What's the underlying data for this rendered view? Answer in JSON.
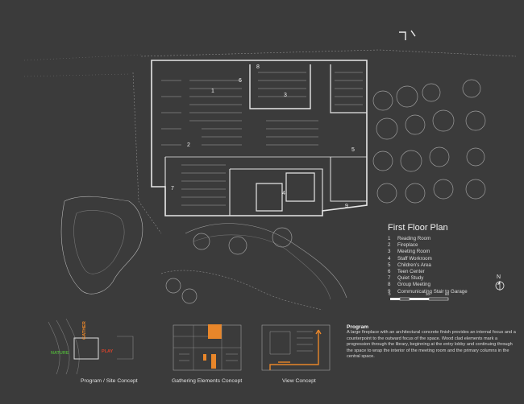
{
  "plan": {
    "title": "First Floor Plan",
    "legend": [
      {
        "num": "1",
        "label": "Reading Room"
      },
      {
        "num": "2",
        "label": "Fireplace"
      },
      {
        "num": "3",
        "label": "Meeting Room"
      },
      {
        "num": "4",
        "label": "Staff Workroom"
      },
      {
        "num": "5",
        "label": "Children’s Area"
      },
      {
        "num": "6",
        "label": "Teen Center"
      },
      {
        "num": "7",
        "label": "Quiet Study"
      },
      {
        "num": "8",
        "label": "Group Meeting"
      },
      {
        "num": "9",
        "label": "Communicating Stair to Garage"
      }
    ],
    "room_markers": [
      "1",
      "2",
      "3",
      "4",
      "5",
      "6",
      "7",
      "8",
      "9"
    ],
    "north_label": "N",
    "scale_labels": [
      "0",
      "30",
      "60"
    ]
  },
  "concepts": {
    "site": {
      "caption": "Program / Site Concept",
      "labels": {
        "nature": "NATURE",
        "gather": "GATHER",
        "play": "PLAY"
      }
    },
    "gathering": {
      "caption": "Gathering Elements Concept"
    },
    "view": {
      "caption": "View Concept"
    }
  },
  "program": {
    "title": "Program",
    "body": "A large fireplace with an architectural concrete finish provides an internal focus and a counterpoint to the outward focus of the space. Wood clad elements mark a progression through the library, beginning at the entry lobby and continuing through the space to wrap the interior of the meeting room and the primary columns in the central space."
  },
  "colors": {
    "background": "#3b3b3b",
    "linework": "#d9d9d9",
    "accent_orange": "#e8862a",
    "nature_green": "#4fa83a",
    "play_red": "#d8432a"
  }
}
